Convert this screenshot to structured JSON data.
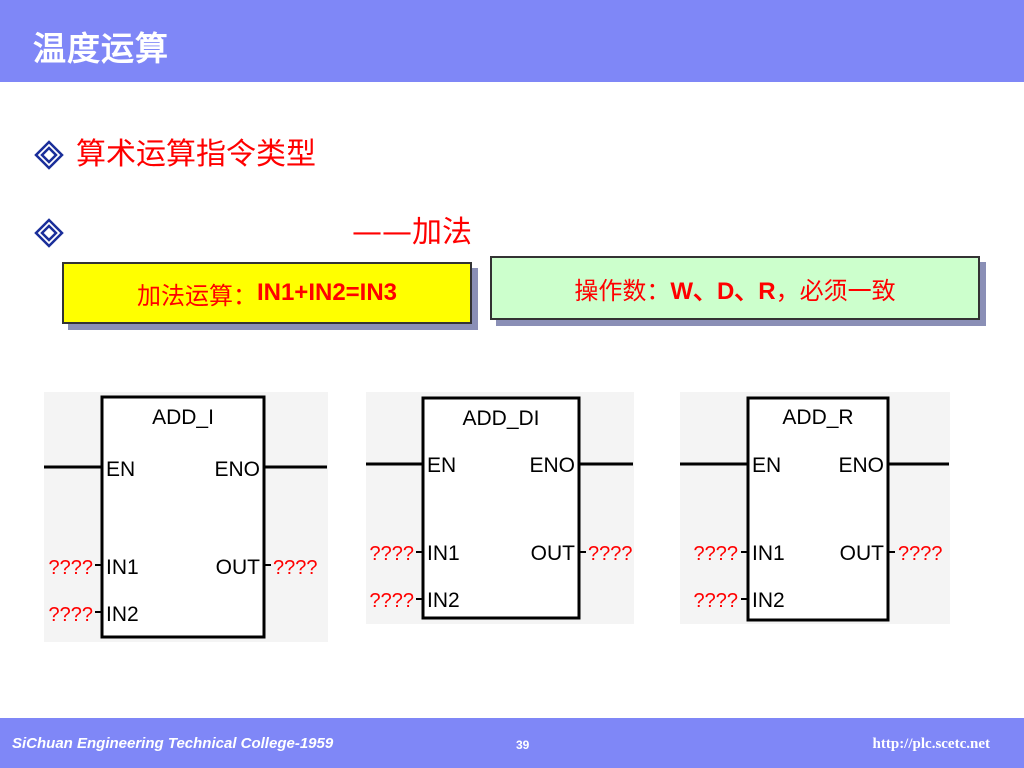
{
  "header": {
    "title": "温度运算"
  },
  "bullets": [
    {
      "icon": "diamond-bullet-icon",
      "text": "算术运算指令类型"
    },
    {
      "icon": "diamond-bullet-icon",
      "text": "——加法"
    }
  ],
  "boxes": {
    "formula": {
      "label": "加法运算：",
      "expr": "IN1+IN2=IN3"
    },
    "operands": {
      "label": "操作数：",
      "types": "W、D、R",
      "suffix": "，必须一致"
    }
  },
  "blocks": [
    {
      "name": "ADD_I",
      "en": "EN",
      "eno": "ENO",
      "in1": "IN1",
      "in2": "IN2",
      "out": "OUT",
      "placeholder": "????"
    },
    {
      "name": "ADD_DI",
      "en": "EN",
      "eno": "ENO",
      "in1": "IN1",
      "in2": "IN2",
      "out": "OUT",
      "placeholder": "????"
    },
    {
      "name": "ADD_R",
      "en": "EN",
      "eno": "ENO",
      "in1": "IN1",
      "in2": "IN2",
      "out": "OUT",
      "placeholder": "????"
    }
  ],
  "footer": {
    "institution": "SiChuan Engineering Technical College-1959",
    "page": "39",
    "url": "http://plc.scetc.net"
  },
  "colors": {
    "header": "#7f87f7",
    "accent_text": "#ff0000",
    "formula_box": "#ffff00",
    "operand_box": "#ccffcc"
  }
}
